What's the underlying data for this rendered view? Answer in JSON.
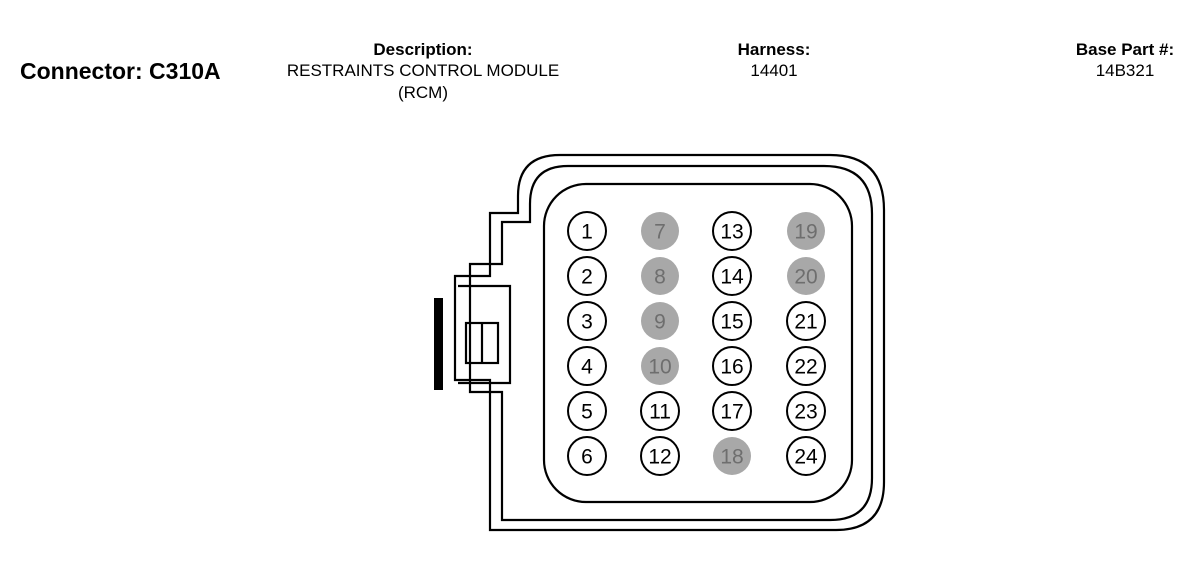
{
  "header": {
    "connector_label": "Connector: C310A",
    "description_label": "Description:",
    "description_line1": "RESTRAINTS CONTROL MODULE",
    "description_line2": "(RCM)",
    "harness_label": "Harness:",
    "harness_value": "14401",
    "base_part_label": "Base Part #:",
    "base_part_value": "14B321"
  },
  "colors": {
    "outline": "#000000",
    "pin_filled": "#a8a8a8",
    "pin_filled_text": "#6e6e6e",
    "pin_empty_text": "#000000"
  },
  "connector": {
    "columns": [
      [
        {
          "number": "1",
          "filled": false
        },
        {
          "number": "2",
          "filled": false
        },
        {
          "number": "3",
          "filled": false
        },
        {
          "number": "4",
          "filled": false
        },
        {
          "number": "5",
          "filled": false
        },
        {
          "number": "6",
          "filled": false
        }
      ],
      [
        {
          "number": "7",
          "filled": true
        },
        {
          "number": "8",
          "filled": true
        },
        {
          "number": "9",
          "filled": true
        },
        {
          "number": "10",
          "filled": true
        },
        {
          "number": "11",
          "filled": false
        },
        {
          "number": "12",
          "filled": false
        }
      ],
      [
        {
          "number": "13",
          "filled": false
        },
        {
          "number": "14",
          "filled": false
        },
        {
          "number": "15",
          "filled": false
        },
        {
          "number": "16",
          "filled": false
        },
        {
          "number": "17",
          "filled": false
        },
        {
          "number": "18",
          "filled": true
        }
      ],
      [
        {
          "number": "19",
          "filled": true
        },
        {
          "number": "20",
          "filled": true
        },
        {
          "number": "21",
          "filled": false
        },
        {
          "number": "22",
          "filled": false
        },
        {
          "number": "23",
          "filled": false
        },
        {
          "number": "24",
          "filled": false
        }
      ]
    ]
  }
}
